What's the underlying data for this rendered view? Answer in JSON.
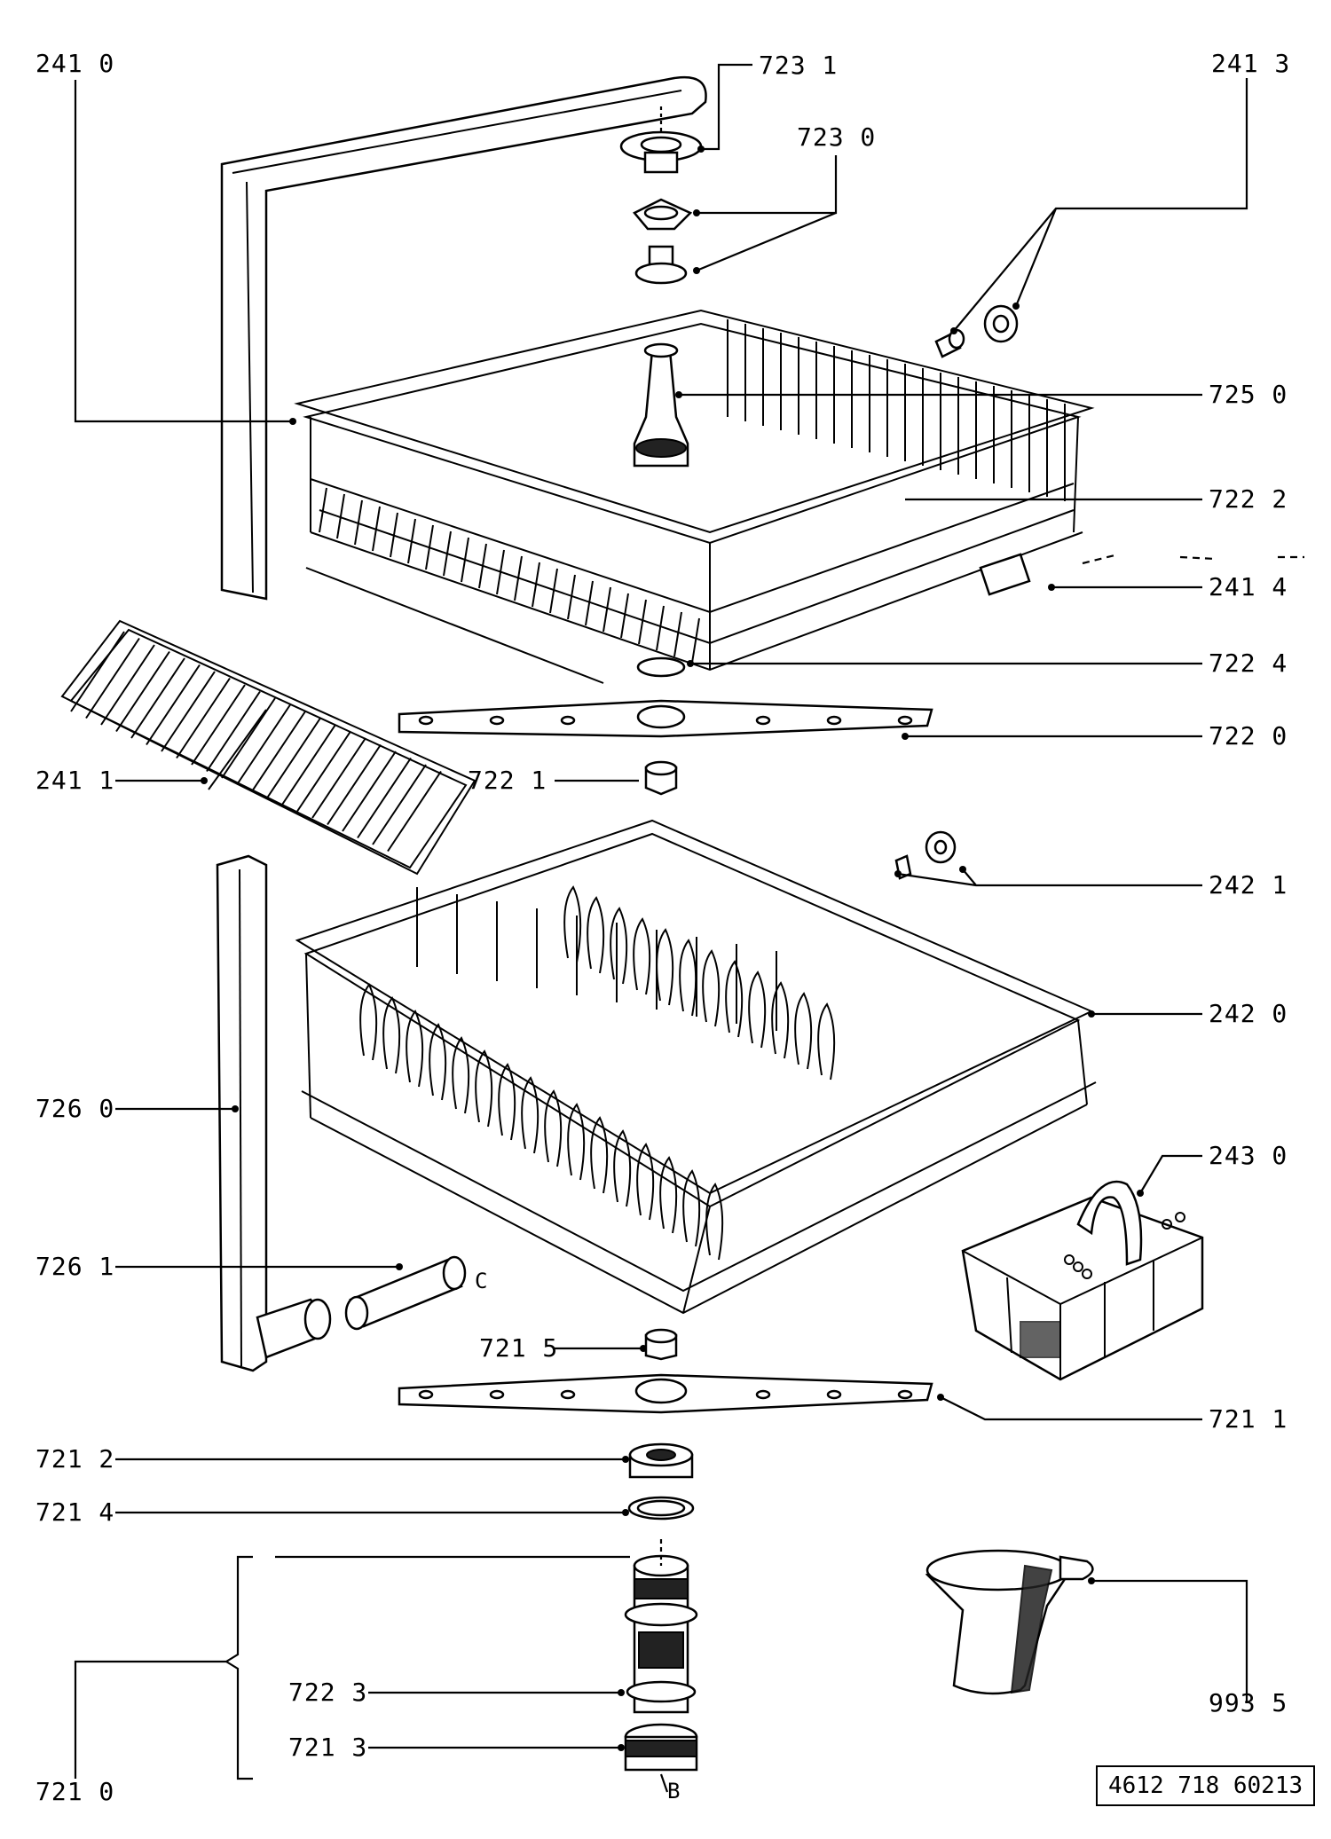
{
  "callouts": [
    {
      "id": "label-241-0",
      "text": "241 0"
    },
    {
      "id": "label-723-1",
      "text": "723 1"
    },
    {
      "id": "label-241-3",
      "text": "241 3"
    },
    {
      "id": "label-723-0",
      "text": "723 0"
    },
    {
      "id": "label-725-0",
      "text": "725 0"
    },
    {
      "id": "label-722-2",
      "text": "722 2"
    },
    {
      "id": "label-241-4",
      "text": "241 4"
    },
    {
      "id": "label-722-4",
      "text": "722 4"
    },
    {
      "id": "label-722-0",
      "text": "722 0"
    },
    {
      "id": "label-241-1",
      "text": "241 1"
    },
    {
      "id": "label-722-1",
      "text": "722 1"
    },
    {
      "id": "label-242-1",
      "text": "242 1"
    },
    {
      "id": "label-242-0",
      "text": "242 0"
    },
    {
      "id": "label-726-0",
      "text": "726 0"
    },
    {
      "id": "label-243-0",
      "text": "243 0"
    },
    {
      "id": "label-726-1",
      "text": "726 1"
    },
    {
      "id": "label-721-5",
      "text": "721 5"
    },
    {
      "id": "label-721-1",
      "text": "721 1"
    },
    {
      "id": "label-721-2",
      "text": "721 2"
    },
    {
      "id": "label-721-4",
      "text": "721 4"
    },
    {
      "id": "label-722-3",
      "text": "722 3"
    },
    {
      "id": "label-721-3",
      "text": "721 3"
    },
    {
      "id": "label-993-5",
      "text": "993 5"
    },
    {
      "id": "label-721-0",
      "text": "721 0"
    }
  ],
  "letters": {
    "c": "C",
    "b": "B"
  },
  "document_number": "4612 718 60213",
  "colors": {
    "ink": "#000000",
    "paper": "#ffffff"
  }
}
